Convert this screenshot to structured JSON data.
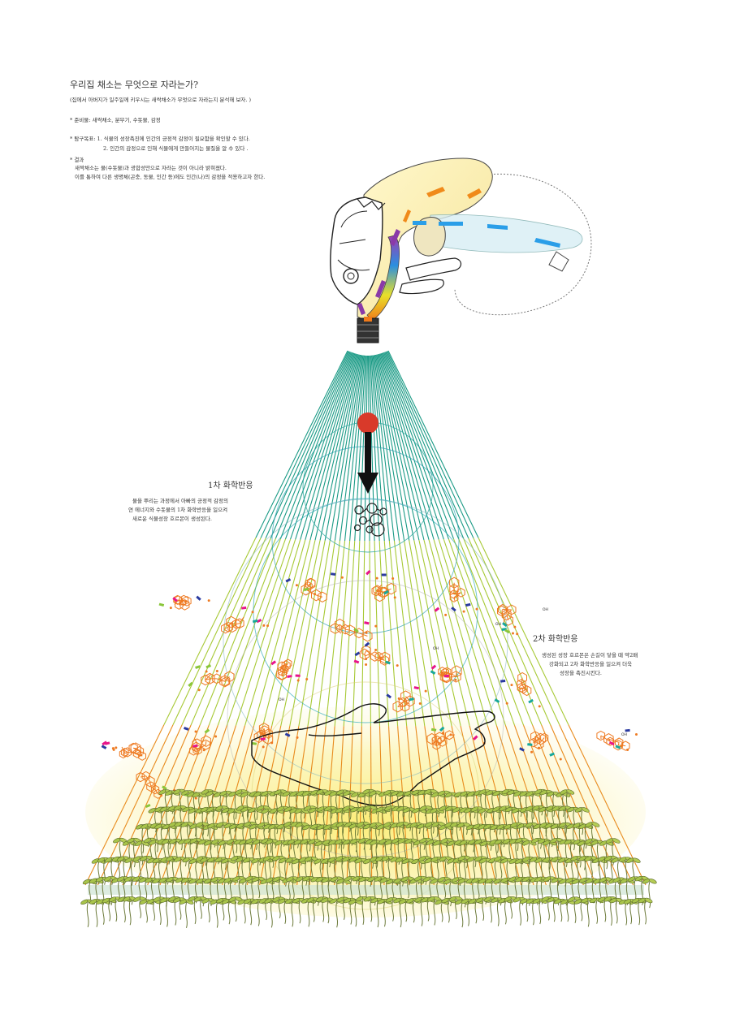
{
  "header": {
    "title": "우리집 채소는 무엇으로 자라는가?",
    "subtitle": "(집에서 아버지가 일주일께  키우시는 새싹채소가 무엇으로 자라는지 분석해 보자. )"
  },
  "info": {
    "materials": "* 준비물: 새싹채소, 분무기, 수돗물, 감정",
    "objective_1": "* 탐구목표: 1. 식물의 성장촉진에 인간의 긍정적 감정이 필요함을 확인할 수 있다.",
    "objective_2": "2. 인간의 감정으로 인해 식물에게 만들어지는 물질을 알 수 있다 .",
    "result_heading": "* 결과",
    "result_1": "새싹채소는 물(수돗물)과 광합성만으로 자라는 것이 아니라 밝혀졌다.",
    "result_2": "이를 통하여 다른 생명체(곤충, 동물, 인간 등)에도 인간(나)의 감정을 적용하고자 한다."
  },
  "reaction1": {
    "title": "1차 화학반응",
    "line1": "물을 뿌리는 과정에서 아빠의 긍정적 감정의",
    "line2": "연 에너지와 수돗물의 1차 화학반응을 일으켜",
    "line3": "새로운 식물성장 호르몬이 생성된다."
  },
  "reaction2": {
    "title": "2차 화학반응",
    "line1": "생성된 성장 호르몬은 손길이 닿을 때 약2배",
    "line2": "강화되고 2차 화학반응을 일으켜 더욱",
    "line3": "성장을 촉진시킨다."
  },
  "molecule_label": "OH",
  "colors": {
    "spray_top": "#1a9a85",
    "spray_mid": "#d6d81a",
    "spray_bottom": "#f06a1e",
    "droplet": "#d93a2a",
    "glow": "#fbf3a8",
    "molecule": "#ee7a22",
    "sprout": "#7d9a40",
    "arrow_blue": "#2a9ee8",
    "arrow_orange": "#f08a1a",
    "arrow_purple": "#8a3aa8"
  },
  "icons": [
    "spray-bottle-icon",
    "water-droplet-icon",
    "down-arrow-icon",
    "molecule-icon",
    "hand-icon",
    "sprout-icon"
  ]
}
